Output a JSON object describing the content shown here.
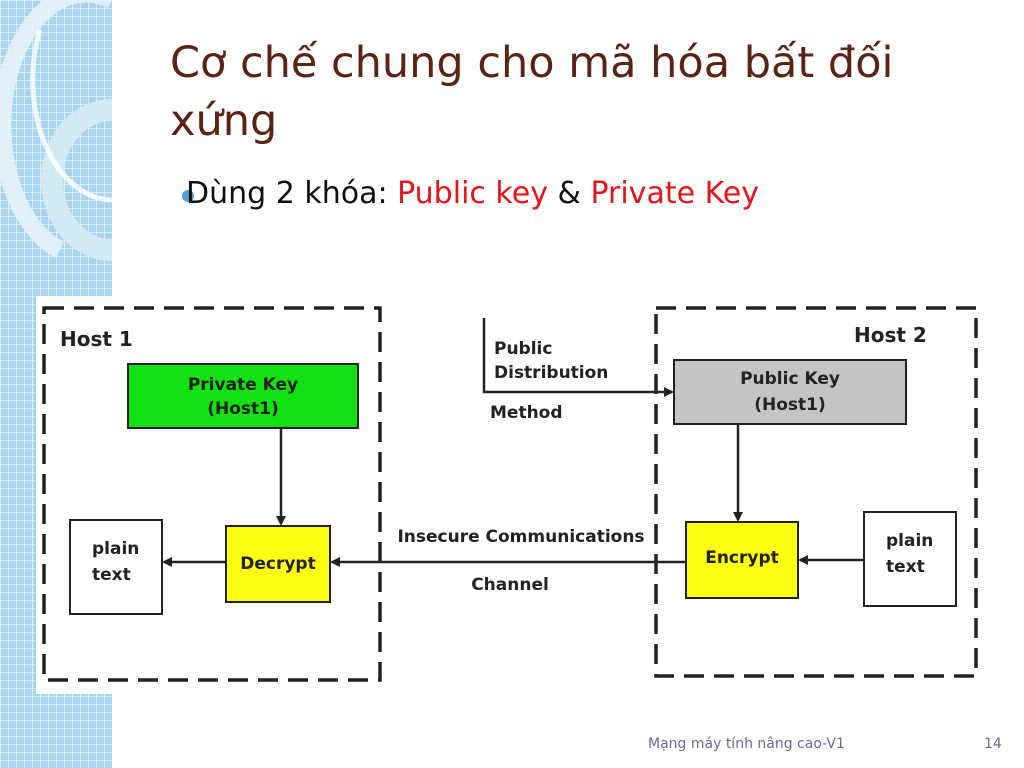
{
  "slide": {
    "title": "Cơ chế chung cho mã hóa bất đối xứng",
    "bullet": {
      "prefix": "Dùng 2 khóa:",
      "term1": "Public key",
      "conjunction": "&",
      "term2": "Private Key"
    },
    "footer": {
      "text": "Mạng máy tính nâng cao-V1",
      "page_number": "14"
    }
  },
  "diagram": {
    "host1": {
      "label": "Host 1",
      "private_key": [
        "Private Key",
        "(Host1)"
      ],
      "decrypt": "Decrypt",
      "plain_text": [
        "plain",
        "text"
      ]
    },
    "host2": {
      "label": "Host 2",
      "public_key": [
        "Public Key",
        "(Host1)"
      ],
      "encrypt": "Encrypt",
      "plain_text": [
        "plain",
        "text"
      ]
    },
    "distribution": [
      "Public",
      "Distribution",
      "Method"
    ],
    "channel": [
      "Insecure Communications",
      "Channel"
    ],
    "colors": {
      "private_key": "#11e011",
      "public_key": "#c4c4c4",
      "crypto_box": "#ffff14"
    }
  }
}
